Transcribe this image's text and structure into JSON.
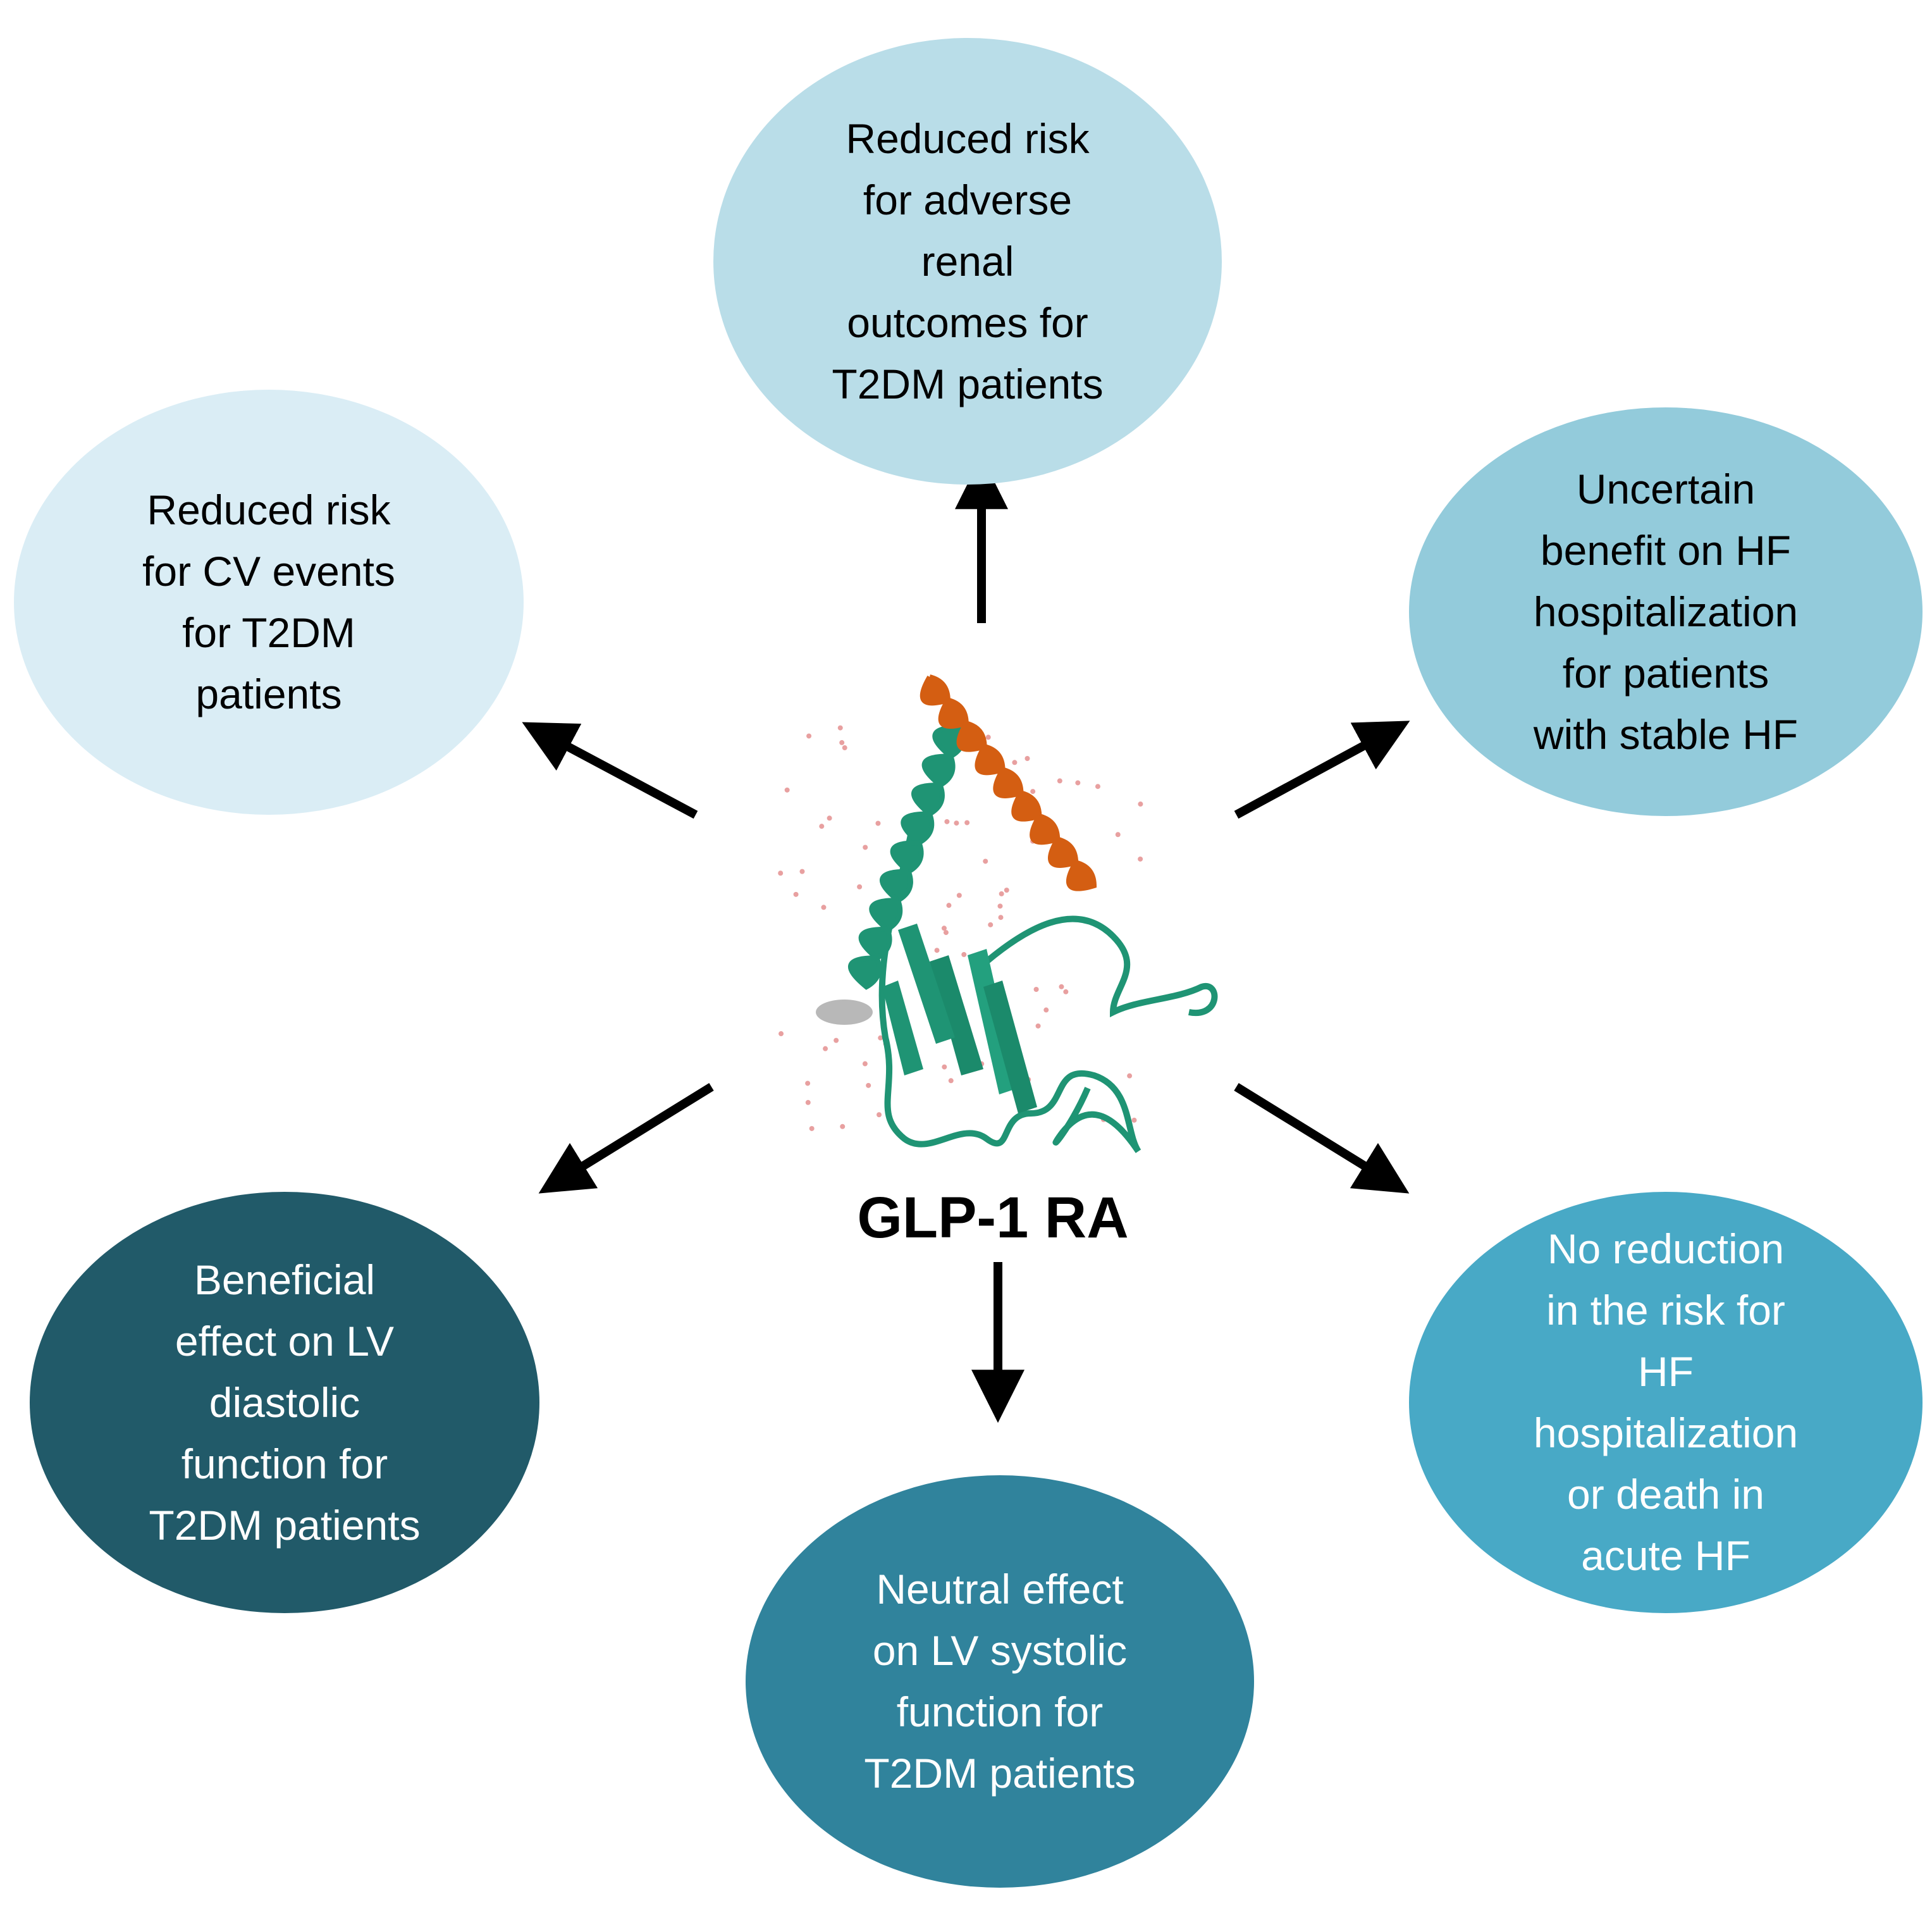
{
  "center": {
    "label": "GLP-1 RA"
  },
  "bubbles": {
    "top": {
      "text": "Reduced risk\nfor adverse\nrenal\noutcomes for\nT2DM patients",
      "fill": "#b9dde8",
      "text_color": "#000000"
    },
    "left": {
      "text": "Reduced risk\nfor CV events\nfor T2DM\npatients",
      "fill": "#daedf5",
      "text_color": "#000000"
    },
    "right": {
      "text": "Uncertain\nbenefit on HF\nhospitalization\nfor patients\nwith stable HF",
      "fill": "#93cbdb",
      "text_color": "#000000"
    },
    "bottom_left": {
      "text": "Beneficial\neffect on LV\ndiastolic\nfunction for\nT2DM patients",
      "fill": "#215a69",
      "text_color": "#ffffff"
    },
    "bottom": {
      "text": "Neutral effect\non LV systolic\nfunction for\nT2DM patients",
      "fill": "#30839c",
      "text_color": "#ffffff"
    },
    "bottom_right": {
      "text": "No reduction\nin the risk for\nHF\nhospitalization\nor death in\nacute HF",
      "fill": "#48a9c6",
      "text_color": "#ffffff"
    }
  },
  "protein_colors": {
    "helix_orange": "#d45e12",
    "chain_green": "#1f9474",
    "dots": "#e8a0a0"
  }
}
